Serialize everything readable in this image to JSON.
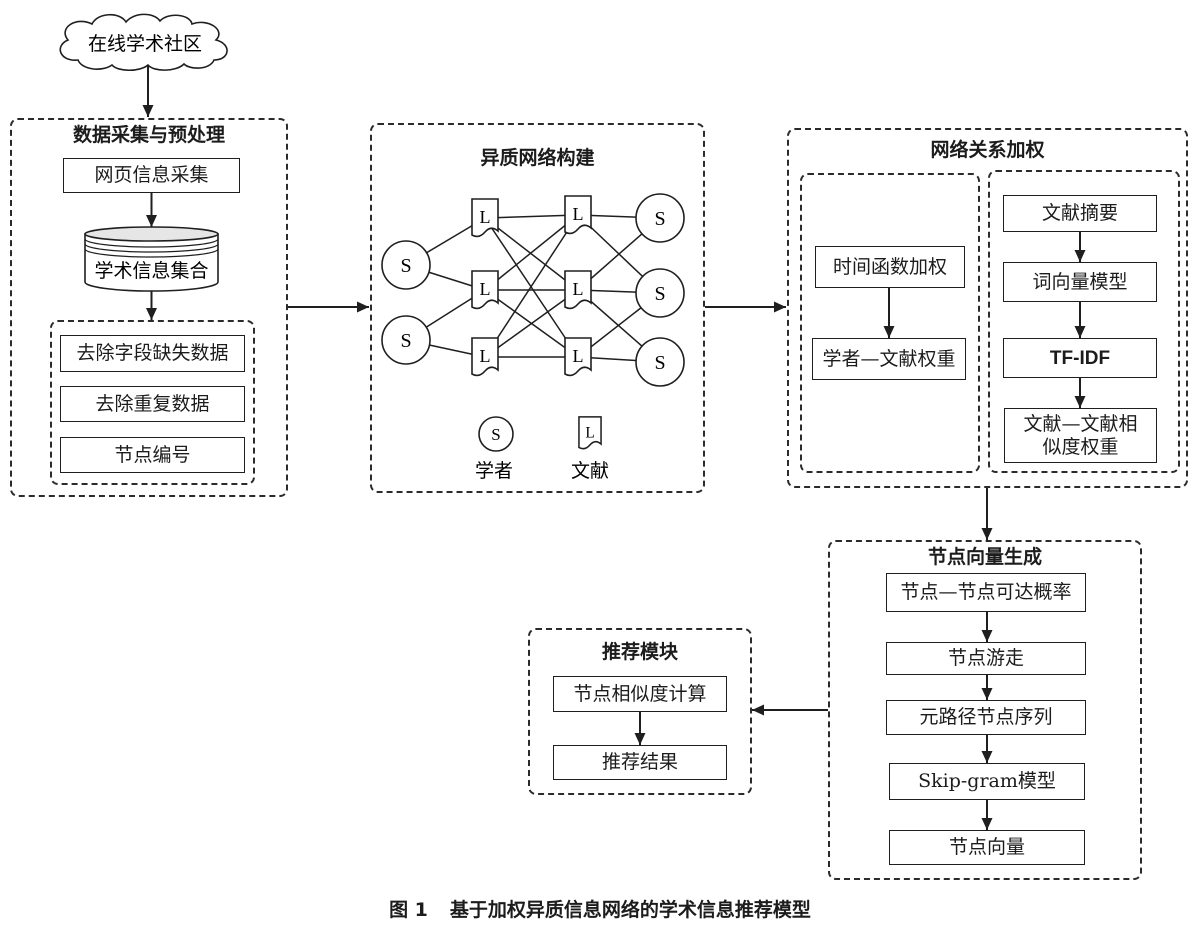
{
  "source": {
    "label": "在线学术社区"
  },
  "data_collection": {
    "title": "数据采集与预处理",
    "web_collection": "网页信息采集",
    "dataset": "学术信息集合",
    "cleaning_steps": [
      "去除字段缺失数据",
      "去除重复数据",
      "节点编号"
    ]
  },
  "network_construction": {
    "title": "异质网络构建",
    "scholar_symbol": "S",
    "literature_symbol": "L",
    "legend": {
      "scholar_label": "学者",
      "literature_label": "文献"
    }
  },
  "relation_weighting": {
    "title": "网络关系加权",
    "time_weighting": "时间函数加权",
    "scholar_literature_weight": "学者—文献权重",
    "abstract": "文献摘要",
    "word_vector_model": "词向量模型",
    "tfidf": "TF-IDF",
    "literature_similarity_weight": "文献—文献相似度权重"
  },
  "node_embedding": {
    "title": "节点向量生成",
    "steps": [
      "节点—节点可达概率",
      "节点游走",
      "元路径节点序列",
      "Skip-gram模型",
      "节点向量"
    ]
  },
  "recommendation": {
    "title": "推荐模块",
    "steps": [
      "节点相似度计算",
      "推荐结果"
    ]
  },
  "caption": {
    "figure": "图 1",
    "title": "基于加权异质信息网络的学术信息推荐模型"
  }
}
